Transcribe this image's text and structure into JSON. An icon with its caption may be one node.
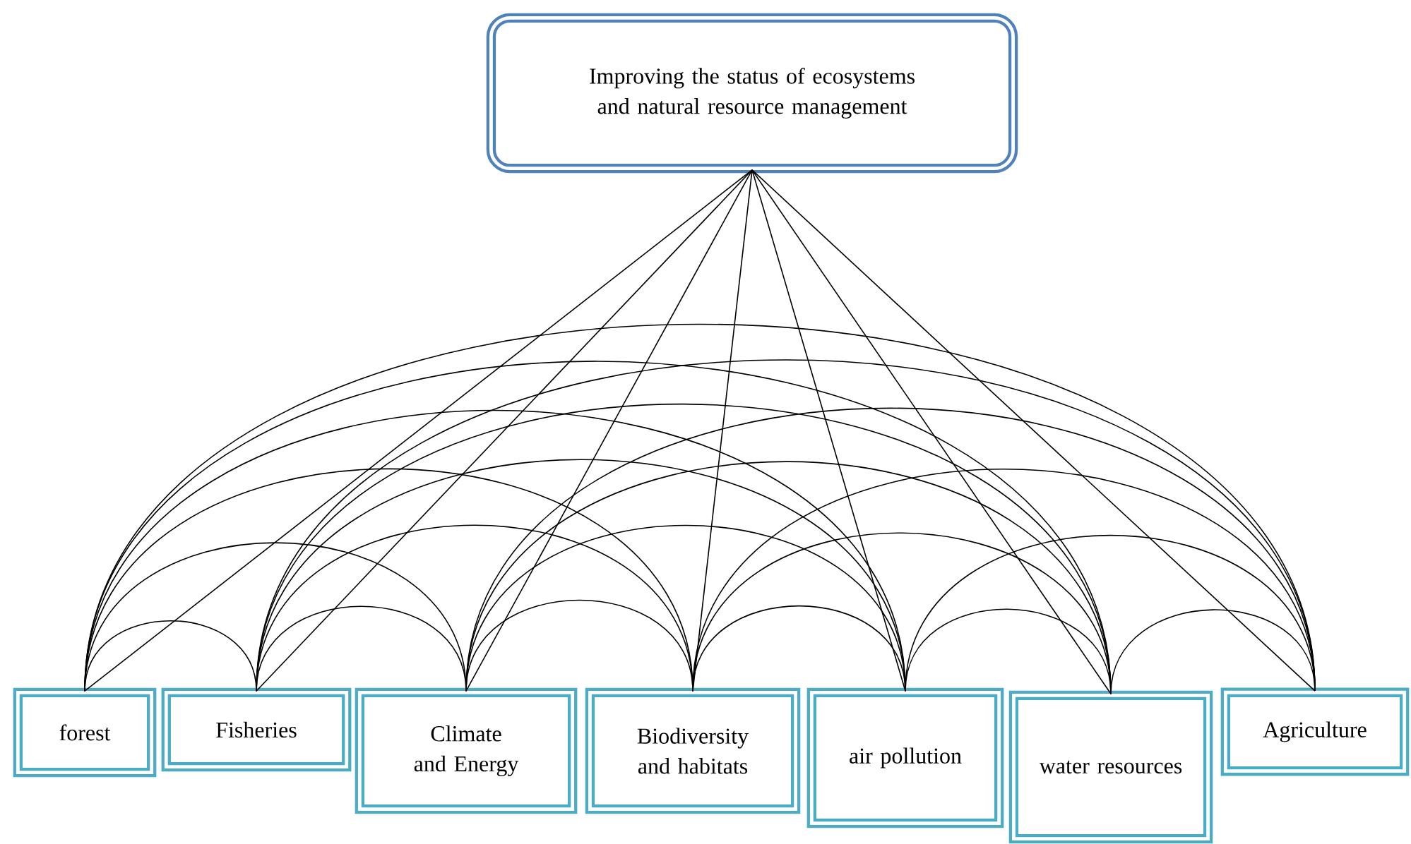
{
  "diagram": {
    "nodes": [
      {
        "text": [
          "Improving the status of ecosystems and natural resource management"
        ]
      },
      {
        "text": [
          "forest"
        ]
      },
      {
        "text": [
          "Fisheries"
        ]
      },
      {
        "text": [
          "Climate and Energy"
        ]
      },
      {
        "text": [
          "Biodiversity and habitats"
        ]
      },
      {
        "text": [
          "air pollution"
        ]
      },
      {
        "text": [
          "water resources"
        ]
      },
      {
        "text": [
          "Agriculture"
        ]
      }
    ],
    "edges": [
      {
        "from": 0,
        "to": 1,
        "arrow": "none"
      },
      {
        "from": 0,
        "to": 2,
        "arrow": "none"
      },
      {
        "from": 0,
        "to": 3,
        "arrow": "none"
      },
      {
        "from": 0,
        "to": 4,
        "arrow": "none"
      },
      {
        "from": 0,
        "to": 5,
        "arrow": "none"
      },
      {
        "from": 0,
        "to": 6,
        "arrow": "none"
      },
      {
        "from": 0,
        "to": 7,
        "arrow": "none"
      },
      {
        "from": 1,
        "to": 2,
        "arrow": "none"
      },
      {
        "from": 1,
        "to": 3,
        "arrow": "none"
      },
      {
        "from": 1,
        "to": 4,
        "arrow": "none"
      },
      {
        "from": 1,
        "to": 5,
        "arrow": "none"
      },
      {
        "from": 1,
        "to": 6,
        "arrow": "none"
      },
      {
        "from": 1,
        "to": 7,
        "arrow": "none"
      },
      {
        "from": 2,
        "to": 3,
        "arrow": "none"
      },
      {
        "from": 2,
        "to": 4,
        "arrow": "none"
      },
      {
        "from": 2,
        "to": 5,
        "arrow": "none"
      },
      {
        "from": 2,
        "to": 6,
        "arrow": "none"
      },
      {
        "from": 2,
        "to": 7,
        "arrow": "none"
      },
      {
        "from": 3,
        "to": 4,
        "arrow": "none"
      },
      {
        "from": 3,
        "to": 5,
        "arrow": "none"
      },
      {
        "from": 3,
        "to": 6,
        "arrow": "none"
      },
      {
        "from": 3,
        "to": 7,
        "arrow": "none"
      },
      {
        "from": 4,
        "to": 5,
        "arrow": "none"
      },
      {
        "from": 4,
        "to": 6,
        "arrow": "none"
      },
      {
        "from": 4,
        "to": 7,
        "arrow": "none"
      },
      {
        "from": 5,
        "to": 6,
        "arrow": "none"
      },
      {
        "from": 5,
        "to": 7,
        "arrow": "none"
      },
      {
        "from": 6,
        "to": 7,
        "arrow": "none"
      }
    ]
  }
}
